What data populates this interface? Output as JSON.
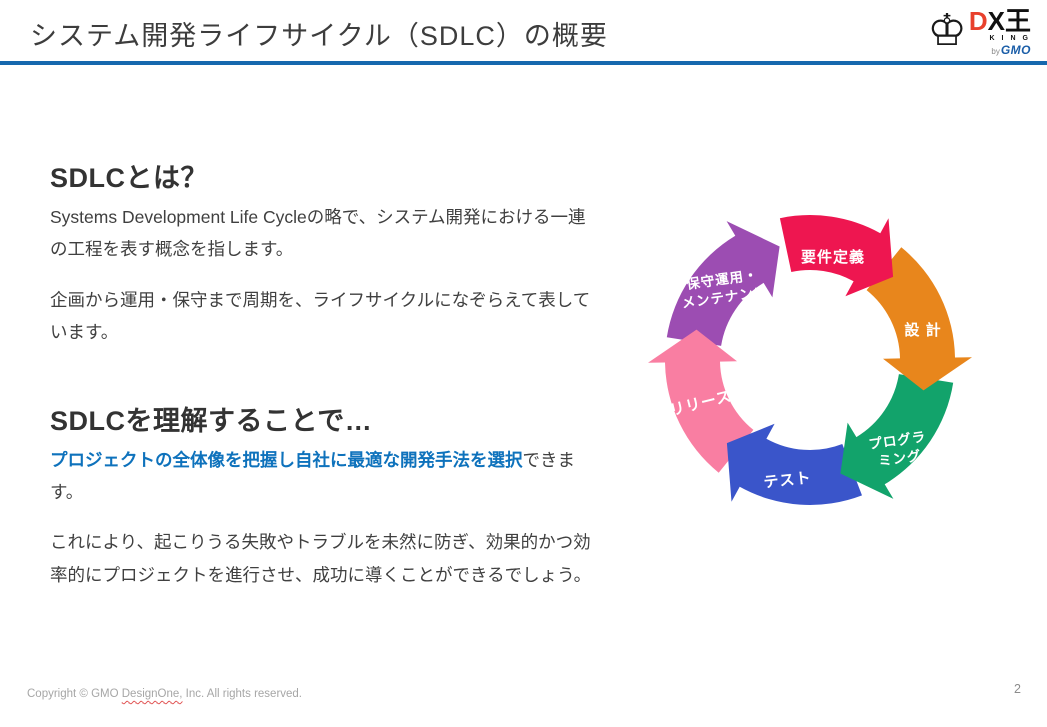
{
  "header": {
    "title": "システム開発ライフサイクル（SDLC）の概要",
    "accent_color": "#1668AE",
    "logo": {
      "king_icon": "♔",
      "d": "D",
      "x_king": "X王",
      "king_word": "KING",
      "by": "by",
      "gmo": "GMO",
      "d_color": "#E8402C",
      "gmo_color": "#1B5EA8"
    }
  },
  "main": {
    "section1": {
      "heading": "SDLCとは？",
      "para1": "Systems Development Life Cycleの略で、システム開発における一連の工程を表す概念を指します。",
      "para2": "企画から運用・保守まで周期を、ライフサイクルになぞらえて表しています。"
    },
    "section2": {
      "heading": "SDLCを理解することで…",
      "highlight": "プロジェクトの全体像を把握し自社に最適な開発手法を選択",
      "highlight_suffix": "できます。",
      "highlight_color": "#0E72BC",
      "para": "これにより、起こりうる失敗やトラブルを未然に防ぎ、効果的かつ効率的にプロジェクトを進行させ、成功に導くことができるでしょう。"
    }
  },
  "diagram": {
    "type": "cycle",
    "direction": "clockwise",
    "steps": [
      {
        "label": "要件定義",
        "color": "#EE1650"
      },
      {
        "label": "設 計",
        "color": "#E8861C"
      },
      {
        "label": "プログラ\nミング",
        "color": "#12A36B"
      },
      {
        "label": "テスト",
        "color": "#3A55CA"
      },
      {
        "label": "リリース",
        "color": "#F97EA2"
      },
      {
        "label": "保守運用・\nメンテナンス",
        "color": "#9C4DB2"
      }
    ]
  },
  "footer": {
    "copy_pre": "Copyright © GMO ",
    "copy_mark": "DesignOne,",
    "copy_post": " Inc. All rights reserved.",
    "page_number": "2"
  }
}
